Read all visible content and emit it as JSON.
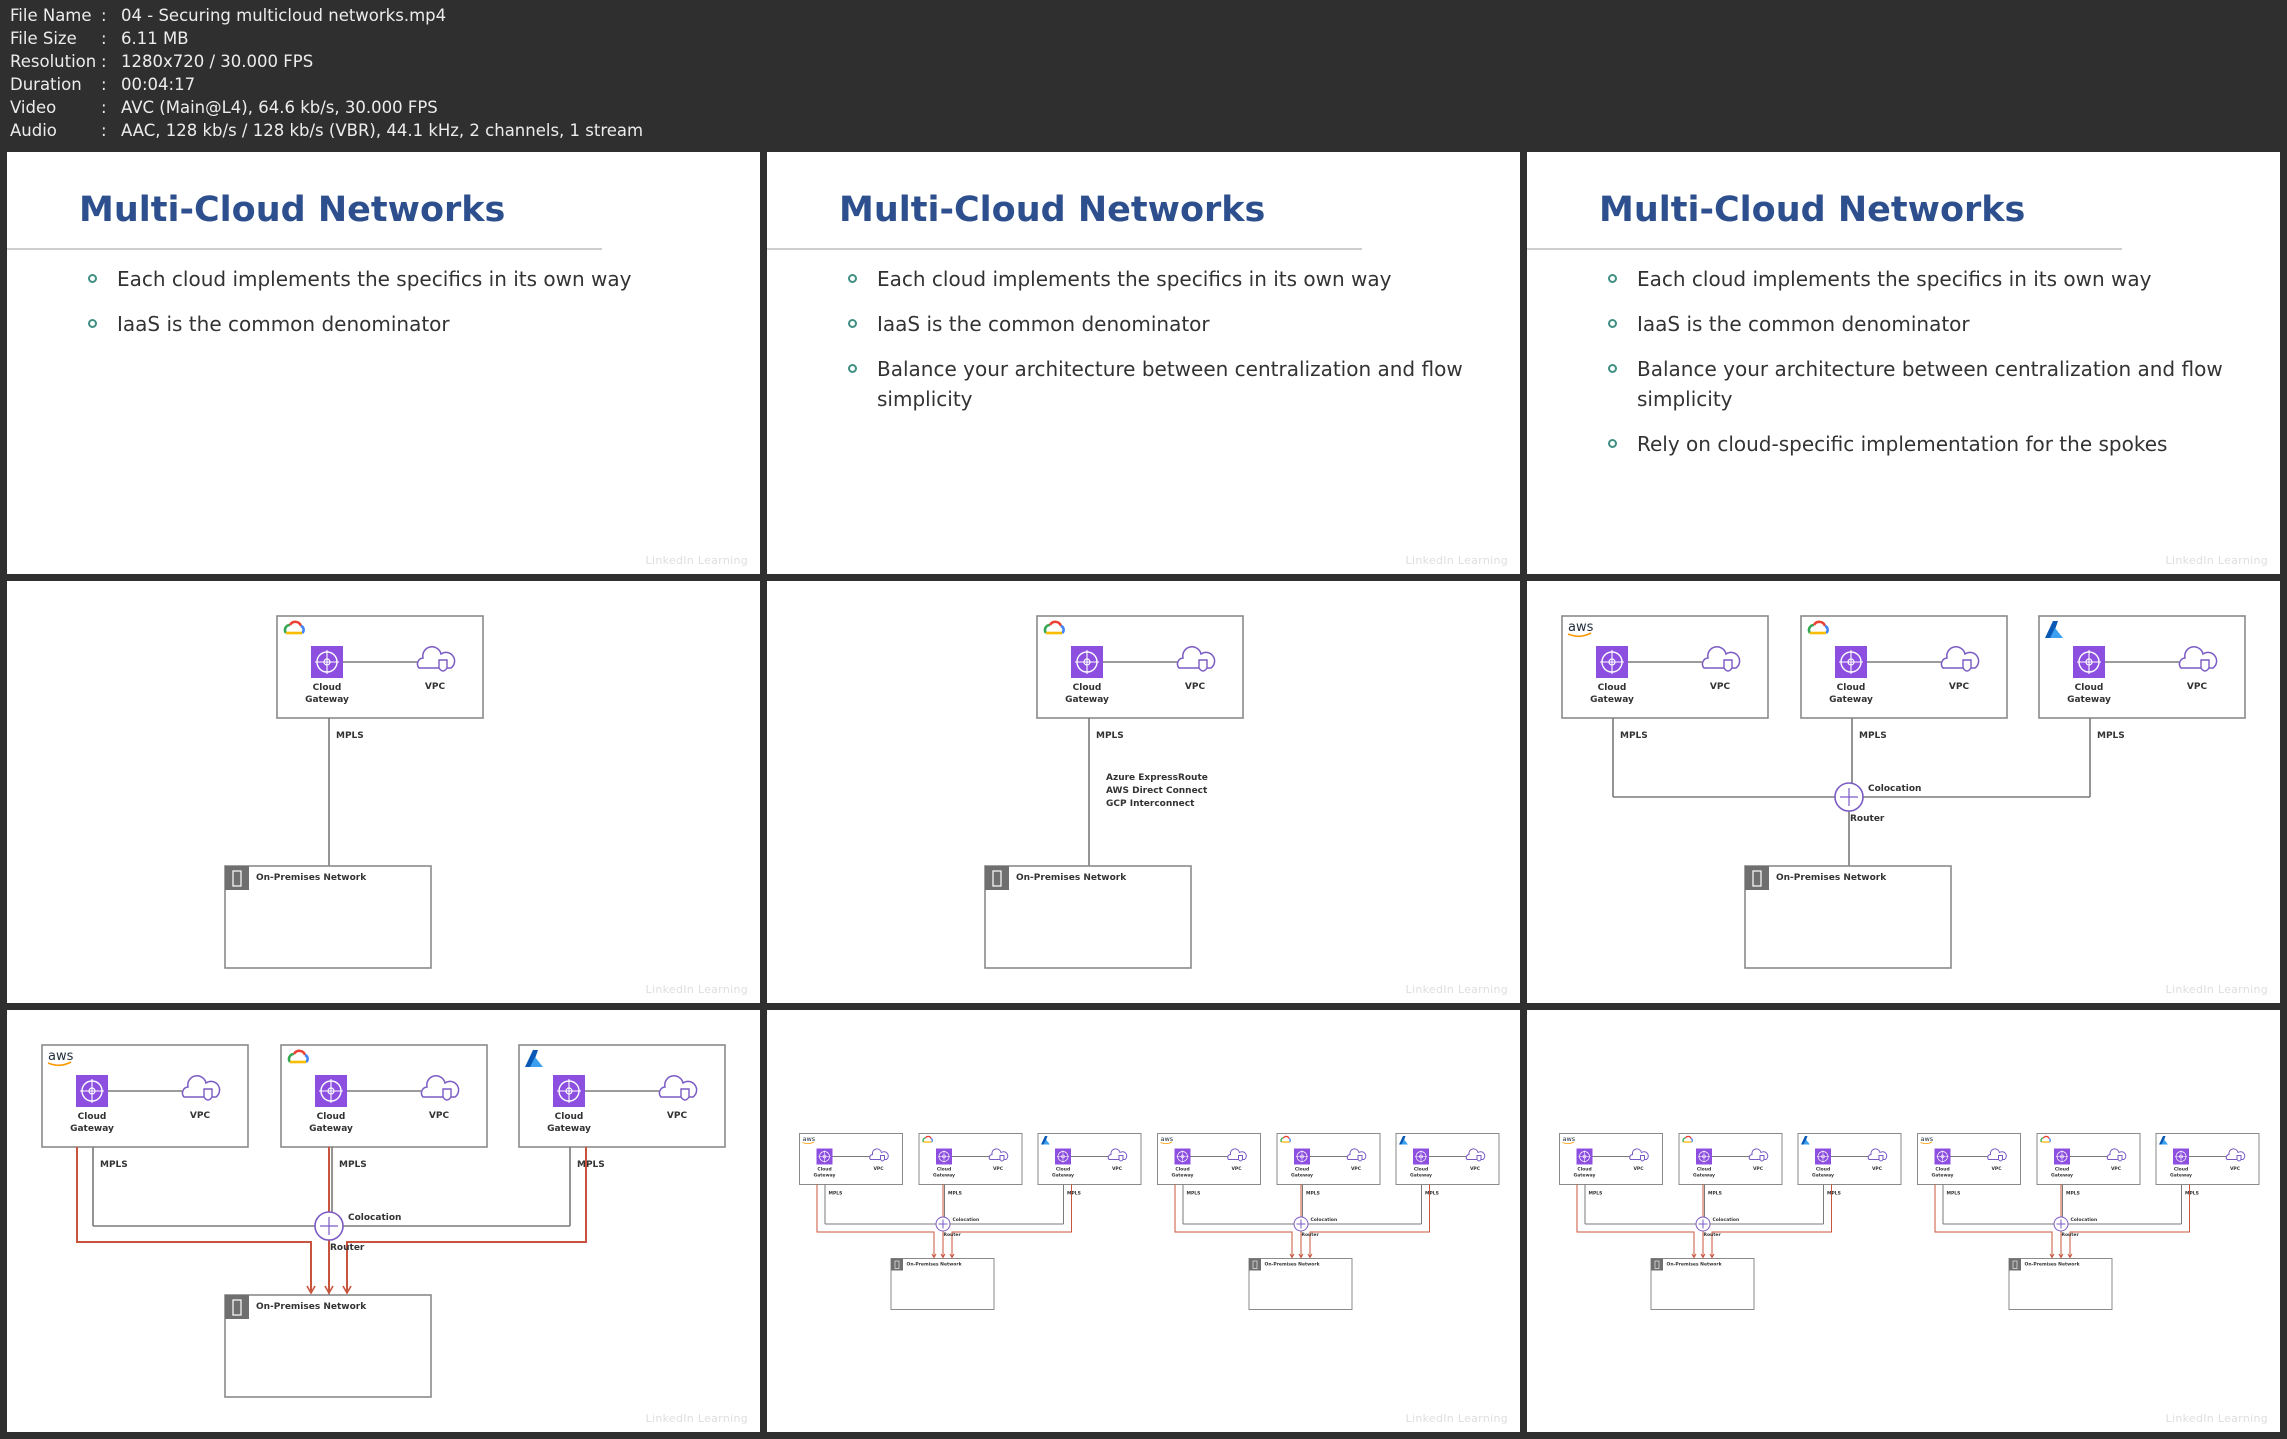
{
  "file_info": [
    {
      "label": "File Name",
      "value": "04 - Securing multicloud networks.mp4"
    },
    {
      "label": "File Size",
      "value": "6.11 MB"
    },
    {
      "label": "Resolution",
      "value": "1280x720 / 30.000 FPS"
    },
    {
      "label": "Duration",
      "value": "00:04:17"
    },
    {
      "label": "Video",
      "value": "AVC (Main@L4), 64.6 kb/s, 30.000 FPS"
    },
    {
      "label": "Audio",
      "value": "AAC, 128 kb/s / 128 kb/s (VBR), 44.1 kHz, 2 channels, 1 stream"
    }
  ],
  "separator": ":",
  "watermark": "LinkedIn Learning",
  "slides": {
    "title": "Multi-Cloud Networks",
    "bullets": [
      "Each cloud implements the specifics in its own way",
      "IaaS is the common denominator",
      "Balance your architecture between centralization and flow simplicity",
      "Rely on cloud-specific implementation for the spokes"
    ]
  },
  "diagram": {
    "gateway": "Cloud Gateway",
    "gateway_line1": "Cloud",
    "gateway_line2": "Gateway",
    "vpc": "VPC",
    "mpls": "MPLS",
    "onprem": "On-Premises Network",
    "colocation": "Colocation",
    "router": "Router",
    "aws_logo": "aws",
    "interconnects": [
      "Azure ExpressRoute",
      "AWS Direct Connect",
      "GCP Interconnect"
    ]
  },
  "colors": {
    "title": "#2e4f8e",
    "bullet": "#3f8f82",
    "gateway": "#8c4fe0",
    "vpc": "#7a5bc4",
    "line": "#7a7a7a",
    "red": "#c9543e",
    "box": "#8a8a8a"
  }
}
